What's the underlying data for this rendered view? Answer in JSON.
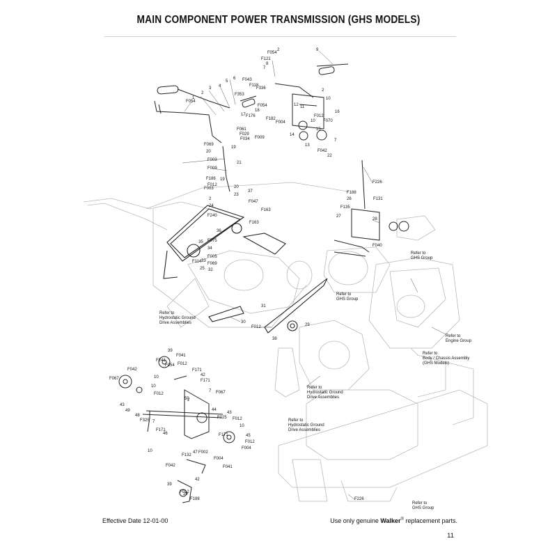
{
  "page": {
    "title": "MAIN COMPONENT POWER TRANSMISSION (GHS MODELS)",
    "footer_left": "Effective Date 12-01-00",
    "footer_right_prefix": "Use only genuine ",
    "footer_right_brand": "Walker",
    "footer_right_reg": "®",
    "footer_right_suffix": " replacement parts.",
    "page_number": "11"
  },
  "callouts": [
    {
      "text": "9"
    },
    {
      "text": "2"
    },
    {
      "text": "F054"
    },
    {
      "text": "F121"
    },
    {
      "text": "8"
    },
    {
      "text": "7"
    },
    {
      "text": "F043"
    },
    {
      "text": "F118"
    },
    {
      "text": "F336"
    },
    {
      "text": "6"
    },
    {
      "text": "5"
    },
    {
      "text": "4"
    },
    {
      "text": "3"
    },
    {
      "text": "2"
    },
    {
      "text": "1"
    },
    {
      "text": "F054"
    },
    {
      "text": "F353"
    },
    {
      "text": "F054"
    },
    {
      "text": "18"
    },
    {
      "text": "17"
    },
    {
      "text": "F176"
    },
    {
      "text": "F061"
    },
    {
      "text": "F029"
    },
    {
      "text": "F009"
    },
    {
      "text": "F034"
    },
    {
      "text": "F069"
    },
    {
      "text": "19"
    },
    {
      "text": "20"
    },
    {
      "text": "F003"
    },
    {
      "text": "21"
    },
    {
      "text": "F009"
    },
    {
      "text": "2"
    },
    {
      "text": "10"
    },
    {
      "text": "12"
    },
    {
      "text": "11"
    },
    {
      "text": "F012"
    },
    {
      "text": "16"
    },
    {
      "text": "F182"
    },
    {
      "text": "F004"
    },
    {
      "text": "10"
    },
    {
      "text": "F070"
    },
    {
      "text": "15"
    },
    {
      "text": "14"
    },
    {
      "text": "13"
    },
    {
      "text": "F042"
    },
    {
      "text": "7"
    },
    {
      "text": "22"
    },
    {
      "text": "F186"
    },
    {
      "text": "19"
    },
    {
      "text": "F012"
    },
    {
      "text": "F003"
    },
    {
      "text": "20"
    },
    {
      "text": "23"
    },
    {
      "text": "37"
    },
    {
      "text": "2"
    },
    {
      "text": "24"
    },
    {
      "text": "F047"
    },
    {
      "text": "F163"
    },
    {
      "text": "F240"
    },
    {
      "text": "F163"
    },
    {
      "text": "36"
    },
    {
      "text": "F075"
    },
    {
      "text": "35"
    },
    {
      "text": "34"
    },
    {
      "text": "F005"
    },
    {
      "text": "F114"
    },
    {
      "text": "33"
    },
    {
      "text": "F069"
    },
    {
      "text": "32"
    },
    {
      "text": "25"
    },
    {
      "text": "F226"
    },
    {
      "text": "F188"
    },
    {
      "text": "26"
    },
    {
      "text": "F131"
    },
    {
      "text": "F135"
    },
    {
      "text": "27"
    },
    {
      "text": "28"
    },
    {
      "text": "F040"
    },
    {
      "text": "31"
    },
    {
      "text": "30"
    },
    {
      "text": "F012"
    },
    {
      "text": "29"
    },
    {
      "text": "38"
    },
    {
      "text": "39"
    },
    {
      "text": "F041"
    },
    {
      "text": "F241"
    },
    {
      "text": "F054"
    },
    {
      "text": "F012"
    },
    {
      "text": "F171"
    },
    {
      "text": "F042"
    },
    {
      "text": "10"
    },
    {
      "text": "42"
    },
    {
      "text": "F171"
    },
    {
      "text": "F067"
    },
    {
      "text": "10"
    },
    {
      "text": "7"
    },
    {
      "text": "F067"
    },
    {
      "text": "F012"
    },
    {
      "text": "2"
    },
    {
      "text": "50"
    },
    {
      "text": "43"
    },
    {
      "text": "49"
    },
    {
      "text": "48"
    },
    {
      "text": "F325"
    },
    {
      "text": "44"
    },
    {
      "text": "F025"
    },
    {
      "text": "43"
    },
    {
      "text": "F012"
    },
    {
      "text": "7"
    },
    {
      "text": "F171"
    },
    {
      "text": "10"
    },
    {
      "text": "46"
    },
    {
      "text": "F171"
    },
    {
      "text": "45"
    },
    {
      "text": "F012"
    },
    {
      "text": "10"
    },
    {
      "text": "47"
    },
    {
      "text": "F002"
    },
    {
      "text": "F132"
    },
    {
      "text": "F004"
    },
    {
      "text": "F004"
    },
    {
      "text": "F041"
    },
    {
      "text": "F042"
    },
    {
      "text": "42"
    },
    {
      "text": "39"
    },
    {
      "text": "F012"
    },
    {
      "text": "29"
    },
    {
      "text": "F188"
    },
    {
      "text": "F226"
    }
  ],
  "references": [
    {
      "lines": [
        "Refer to",
        "GHS Group"
      ]
    },
    {
      "lines": [
        "Refer to",
        "GHS Group"
      ]
    },
    {
      "lines": [
        "Refer to",
        "Hydrostatic Ground",
        "Drive Assemblies"
      ]
    },
    {
      "lines": [
        "Refer to",
        "Engine Group"
      ]
    },
    {
      "lines": [
        "Refer to",
        "Body / Chassis Assembly",
        "(GHS Models)"
      ]
    },
    {
      "lines": [
        "Refer to",
        "Hydrostatic Ground",
        "Drive Assemblies"
      ]
    },
    {
      "lines": [
        "Refer to",
        "Hydrostatic Ground",
        "Drive Assemblies"
      ]
    },
    {
      "lines": [
        "Refer to",
        "GHS Group"
      ]
    }
  ]
}
